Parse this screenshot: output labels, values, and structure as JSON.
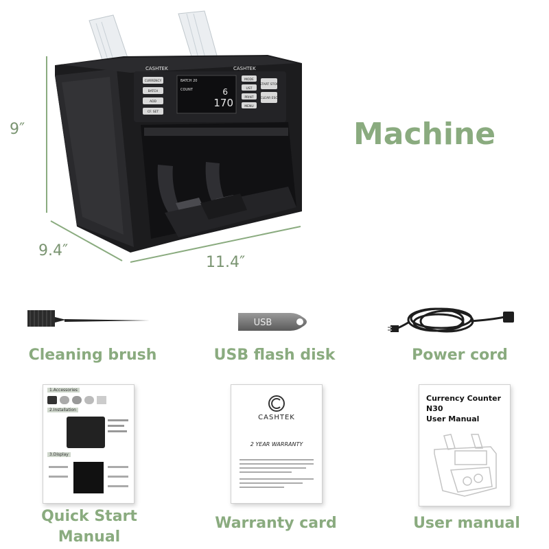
{
  "machine": {
    "title": "Machine",
    "dimensions": {
      "height": "9″",
      "depth": "9.4″",
      "width": "11.4″"
    },
    "brand": "CASHTEK",
    "display": {
      "batch_label": "BATCH 20",
      "count_label": "COUNT",
      "batch_value": "6",
      "count_value": "170"
    },
    "buttons_left": [
      "CURRENCY",
      "BATCH",
      "ADD",
      "CF. SET"
    ],
    "buttons_mid": [
      "MODE",
      "UST",
      "PRINT",
      "MENU"
    ],
    "buttons_right": [
      "START STOP",
      "CLEAR ESC"
    ]
  },
  "accessories": [
    {
      "label": "Cleaning brush"
    },
    {
      "label": "USB flash disk",
      "printed_text": "USB"
    },
    {
      "label": "Power cord"
    }
  ],
  "documents": {
    "quick_start": {
      "label_line1": "Quick Start",
      "label_line2": "Manual",
      "sections": [
        "1.Accessories",
        "2.Installation",
        "3.Display"
      ]
    },
    "warranty": {
      "label": "Warranty card",
      "brand": "CASHTEK",
      "heading": "2 YEAR WARRANTY"
    },
    "user_manual": {
      "label": "User manual",
      "title_lines": [
        "Currency Counter",
        "N30",
        "User Manual"
      ]
    }
  },
  "colors": {
    "label_green": "#8aab7f",
    "dimension_green": "#7a9471",
    "machine_body": "#1c1c1e"
  }
}
